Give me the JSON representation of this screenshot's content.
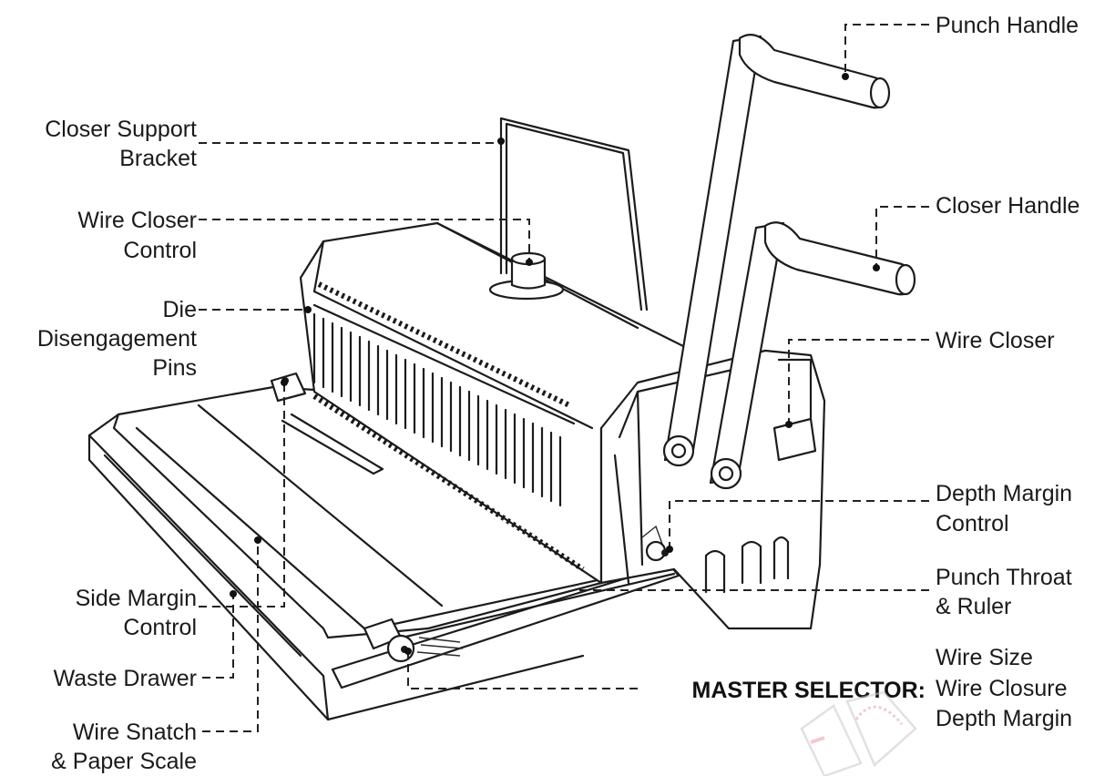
{
  "labels": {
    "punch_handle": "Punch Handle",
    "closer_support_bracket_l1": "Closer Support",
    "closer_support_bracket_l2": "Bracket",
    "wire_closer_control_l1": "Wire Closer",
    "wire_closer_control_l2": "Control",
    "closer_handle": "Closer Handle",
    "die_disengagement_pins_l1": "Die",
    "die_disengagement_pins_l2": "Disengagement",
    "die_disengagement_pins_l3": "Pins",
    "wire_closer": "Wire Closer",
    "depth_margin_control_l1": "Depth Margin",
    "depth_margin_control_l2": "Control",
    "punch_throat_ruler_l1": "Punch Throat",
    "punch_throat_ruler_l2": "& Ruler",
    "side_margin_control_l1": "Side Margin",
    "side_margin_control_l2": "Control",
    "waste_drawer": "Waste Drawer",
    "wire_snatch_paper_scale_l1": "Wire Snatch",
    "wire_snatch_paper_scale_l2": "& Paper Scale"
  },
  "master_selector": {
    "title": "MASTER SELECTOR:",
    "options": [
      "Wire Size",
      "Wire Closure",
      "Depth Margin"
    ]
  },
  "colors": {
    "ink": "#1c1c1c",
    "background": "#ffffff",
    "watermark": "#e8a0a8"
  }
}
